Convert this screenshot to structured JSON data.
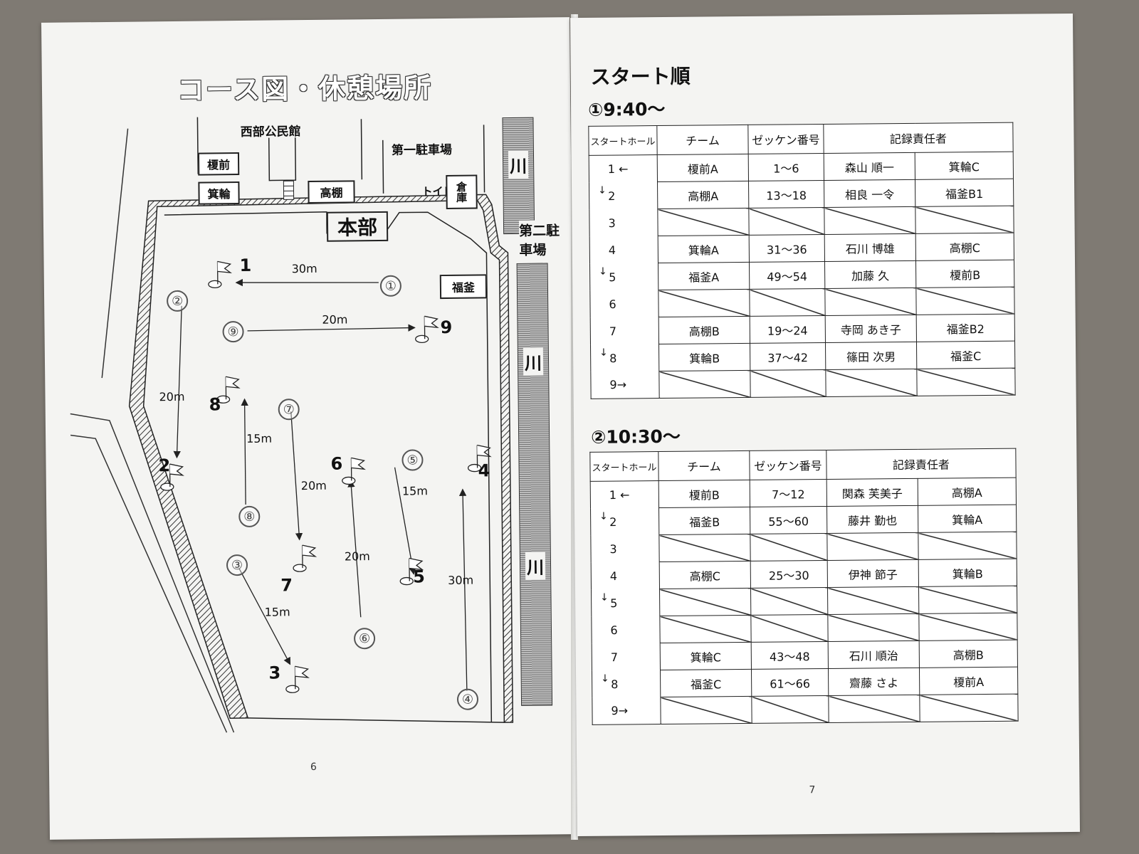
{
  "left_page": {
    "title": "コース図・休憩場所",
    "page_number": "6",
    "labels": {
      "community_center": "西部公民館",
      "parking1": "第一駐車場",
      "parking2": "第二駐車場",
      "headquarters": "本部",
      "toilet": "トイレ",
      "storage": "倉庫",
      "river": "川"
    },
    "rest_areas": {
      "enomae": "榎前",
      "minowa": "箕輪",
      "takatana": "高棚",
      "fukugama": "福釜"
    },
    "holes": [
      {
        "hole": "1",
        "tee": "①",
        "distance": "30m"
      },
      {
        "hole": "2",
        "tee": "②",
        "distance": "20m"
      },
      {
        "hole": "3",
        "tee": "③",
        "distance": "15m"
      },
      {
        "hole": "4",
        "tee": "④",
        "distance": "30m"
      },
      {
        "hole": "5",
        "tee": "⑤",
        "distance": "15m"
      },
      {
        "hole": "6",
        "tee": "⑥",
        "distance": "20m"
      },
      {
        "hole": "7",
        "tee": "⑦",
        "distance": "20m"
      },
      {
        "hole": "8",
        "tee": "⑧",
        "distance": "15m"
      },
      {
        "hole": "9",
        "tee": "⑨",
        "distance": "20m"
      }
    ]
  },
  "right_page": {
    "title": "スタート順",
    "page_number": "7",
    "headers": {
      "hole": "スタートホール",
      "team": "チーム",
      "bib": "ゼッケン番号",
      "recorder": "記録責任者"
    },
    "sessions": [
      {
        "label": "①9:40～",
        "rows": [
          {
            "hole": "1 ←",
            "team": "榎前A",
            "bib": "1～6",
            "recorder": "森山 順一",
            "recorder_team": "箕輪C"
          },
          {
            "hole": "2",
            "team": "高棚A",
            "bib": "13～18",
            "recorder": "相良 一令",
            "recorder_team": "福釜B1"
          },
          {
            "hole": "3",
            "team": "",
            "bib": "",
            "recorder": "",
            "recorder_team": ""
          },
          {
            "hole": "4",
            "team": "箕輪A",
            "bib": "31～36",
            "recorder": "石川 博雄",
            "recorder_team": "高棚C"
          },
          {
            "hole": "5",
            "team": "福釜A",
            "bib": "49～54",
            "recorder": "加藤 久",
            "recorder_team": "榎前B"
          },
          {
            "hole": "6",
            "team": "",
            "bib": "",
            "recorder": "",
            "recorder_team": ""
          },
          {
            "hole": "7",
            "team": "高棚B",
            "bib": "19～24",
            "recorder": "寺岡 あき子",
            "recorder_team": "福釜B2"
          },
          {
            "hole": "8",
            "team": "箕輪B",
            "bib": "37～42",
            "recorder": "篠田 次男",
            "recorder_team": "福釜C"
          },
          {
            "hole": "9→",
            "team": "",
            "bib": "",
            "recorder": "",
            "recorder_team": ""
          }
        ]
      },
      {
        "label": "②10:30～",
        "rows": [
          {
            "hole": "1 ←",
            "team": "榎前B",
            "bib": "7～12",
            "recorder": "関森 芙美子",
            "recorder_team": "高棚A"
          },
          {
            "hole": "2",
            "team": "福釜B",
            "bib": "55～60",
            "recorder": "藤井 勤也",
            "recorder_team": "箕輪A"
          },
          {
            "hole": "3",
            "team": "",
            "bib": "",
            "recorder": "",
            "recorder_team": ""
          },
          {
            "hole": "4",
            "team": "高棚C",
            "bib": "25～30",
            "recorder": "伊神 節子",
            "recorder_team": "箕輪B"
          },
          {
            "hole": "5",
            "team": "",
            "bib": "",
            "recorder": "",
            "recorder_team": ""
          },
          {
            "hole": "6",
            "team": "",
            "bib": "",
            "recorder": "",
            "recorder_team": ""
          },
          {
            "hole": "7",
            "team": "箕輪C",
            "bib": "43～48",
            "recorder": "石川 順治",
            "recorder_team": "高棚B"
          },
          {
            "hole": "8",
            "team": "福釜C",
            "bib": "61～66",
            "recorder": "齋藤 さよ",
            "recorder_team": "榎前A"
          },
          {
            "hole": "9→",
            "team": "",
            "bib": "",
            "recorder": "",
            "recorder_team": ""
          }
        ]
      }
    ]
  }
}
